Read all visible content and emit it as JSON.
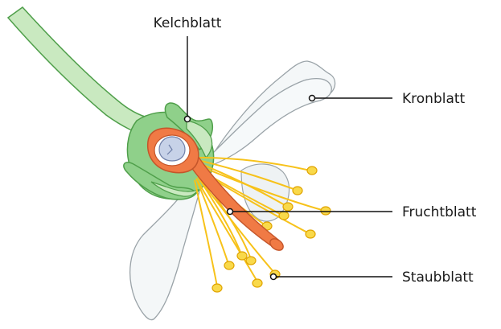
{
  "labels": {
    "sepal": "Kelchblatt",
    "petal": "Kronblatt",
    "carpel": "Fruchtblatt",
    "stamen": "Staubblatt"
  },
  "colors": {
    "stem_fill": "#c9e9c0",
    "stem_stroke": "#4f9f4a",
    "sepal_fill": "#8fd08a",
    "petal_fill": "#f4f7f8",
    "petal_stroke": "#9aa3a8",
    "carpel_fill": "#f07a45",
    "carpel_stroke": "#c4552a",
    "ovule_fill": "#c7d2e8",
    "stamen_color": "#f7c21a",
    "anther_fill": "#f9d94a"
  }
}
